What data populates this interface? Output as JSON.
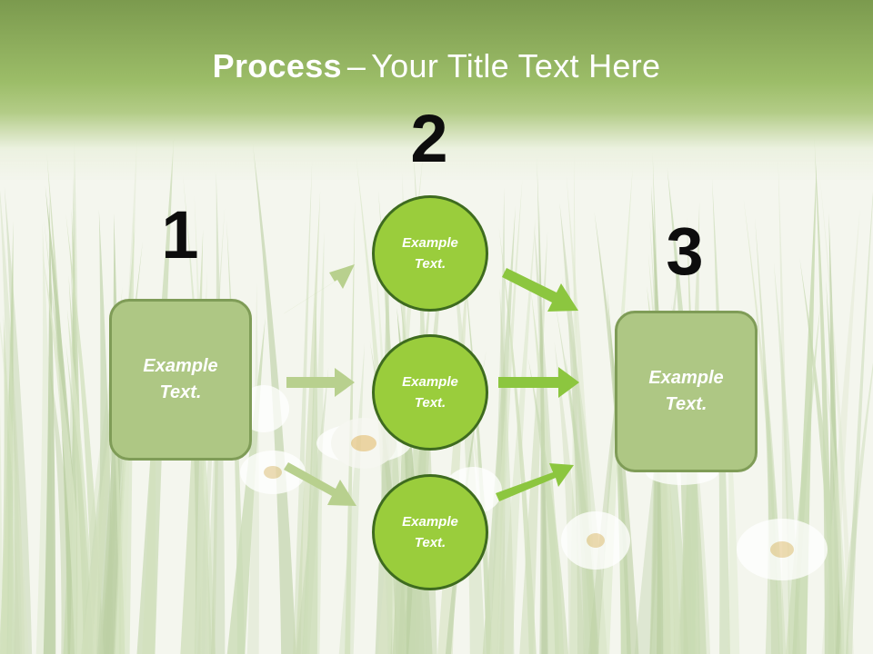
{
  "slide": {
    "title_bold": "Process",
    "title_dash": "–",
    "title_rest": "Your Title Text Here"
  },
  "steps": {
    "step1": {
      "number": "1",
      "text": "Example Text."
    },
    "step2": {
      "number": "2",
      "circles": [
        {
          "text": "Example Text."
        },
        {
          "text": "Example Text."
        },
        {
          "text": "Example Text."
        }
      ]
    },
    "step3": {
      "number": "3",
      "text": "Example Text."
    }
  },
  "colors": {
    "header": "#9cbd68",
    "box_fill": "#aec784",
    "box_border": "#7f9c57",
    "circle_fill": "#9acd3c",
    "circle_border": "#3e6b1f",
    "arrow_light": "#b8d08e",
    "arrow_bright": "#8cc63f"
  }
}
